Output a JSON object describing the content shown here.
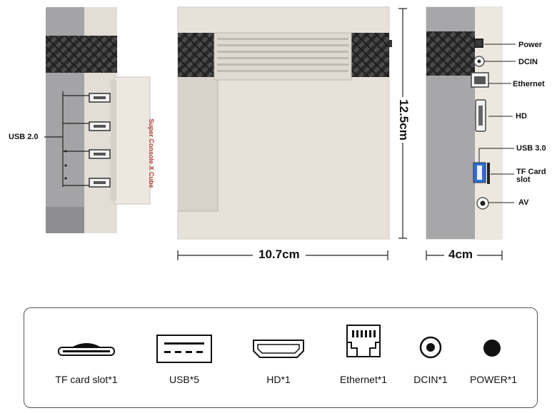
{
  "product": {
    "branding": "Super Console X Cube"
  },
  "left_view": {
    "usb_label": "USB 2.0"
  },
  "front_view": {
    "width_label": "10.7cm",
    "height_label": "12.5cm"
  },
  "right_view": {
    "depth_label": "4cm",
    "ports": [
      "Power",
      "DCIN",
      "Ethernet",
      "HD",
      "USB 3.0",
      "TF Card slot",
      "AV"
    ]
  },
  "ports_panel": {
    "items": [
      {
        "label": "TF card slot*1",
        "icon": "tf-card-icon"
      },
      {
        "label": "USB*5",
        "icon": "usb-icon"
      },
      {
        "label": "HD*1",
        "icon": "hdmi-icon"
      },
      {
        "label": "Ethernet*1",
        "icon": "ethernet-icon"
      },
      {
        "label": "DCIN*1",
        "icon": "dc-in-icon"
      },
      {
        "label": "POWER*1",
        "icon": "power-icon"
      }
    ]
  }
}
